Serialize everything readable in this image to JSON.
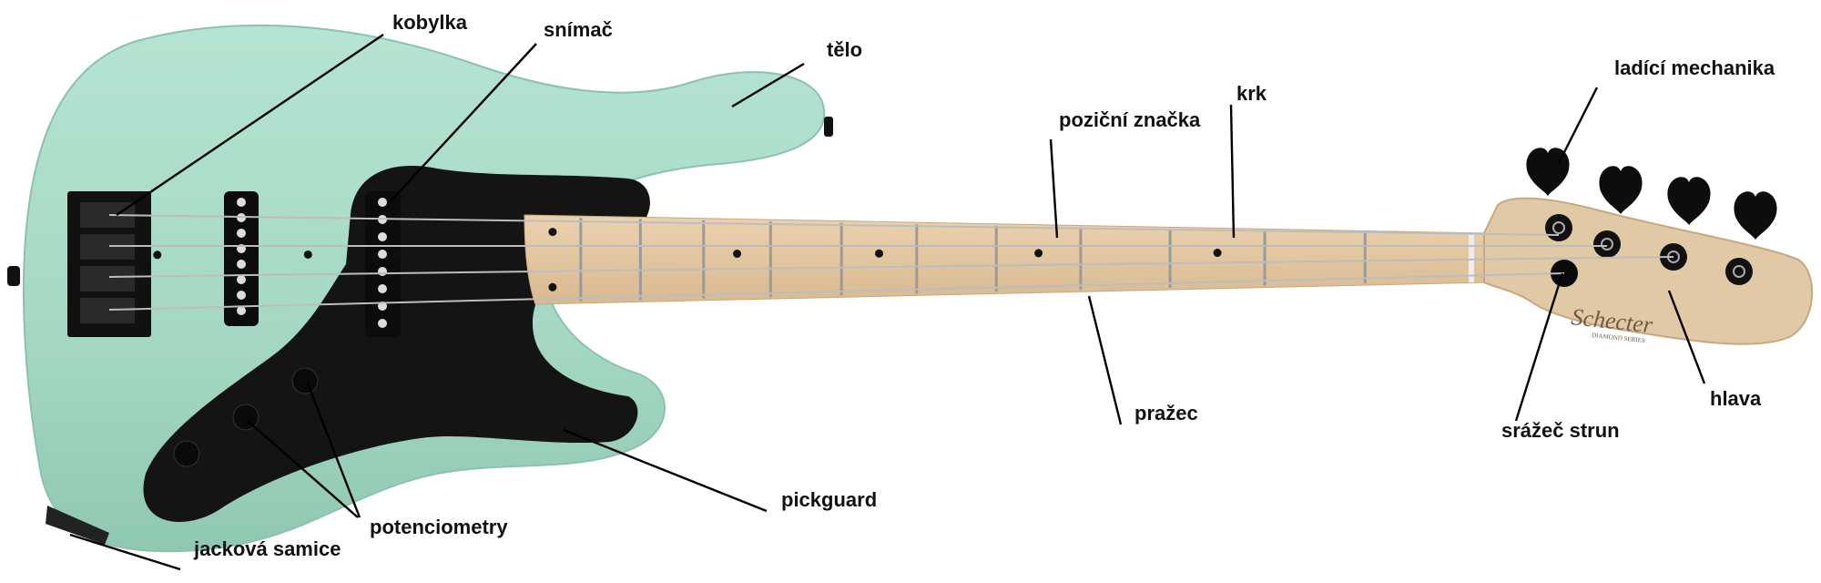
{
  "labels": {
    "kobylka": "kobylka",
    "snimac": "snímač",
    "telo": "tělo",
    "ladici_mechanika": "ladící mechanika",
    "krk": "krk",
    "pozicni_znacka": "poziční značka",
    "prazec": "pražec",
    "sradec_strun": "srážeč strun",
    "hlava": "hlava",
    "pickguard": "pickguard",
    "potenciometry": "potenciometry",
    "jackova_samice": "jacková samice"
  },
  "logo": {
    "brand": "Schecter",
    "series": "DIAMOND SERIES"
  },
  "colors": {
    "body": "#a9dcc7",
    "pickguard": "#151515",
    "maple": "#e3c9a4",
    "hardware": "#111111"
  }
}
